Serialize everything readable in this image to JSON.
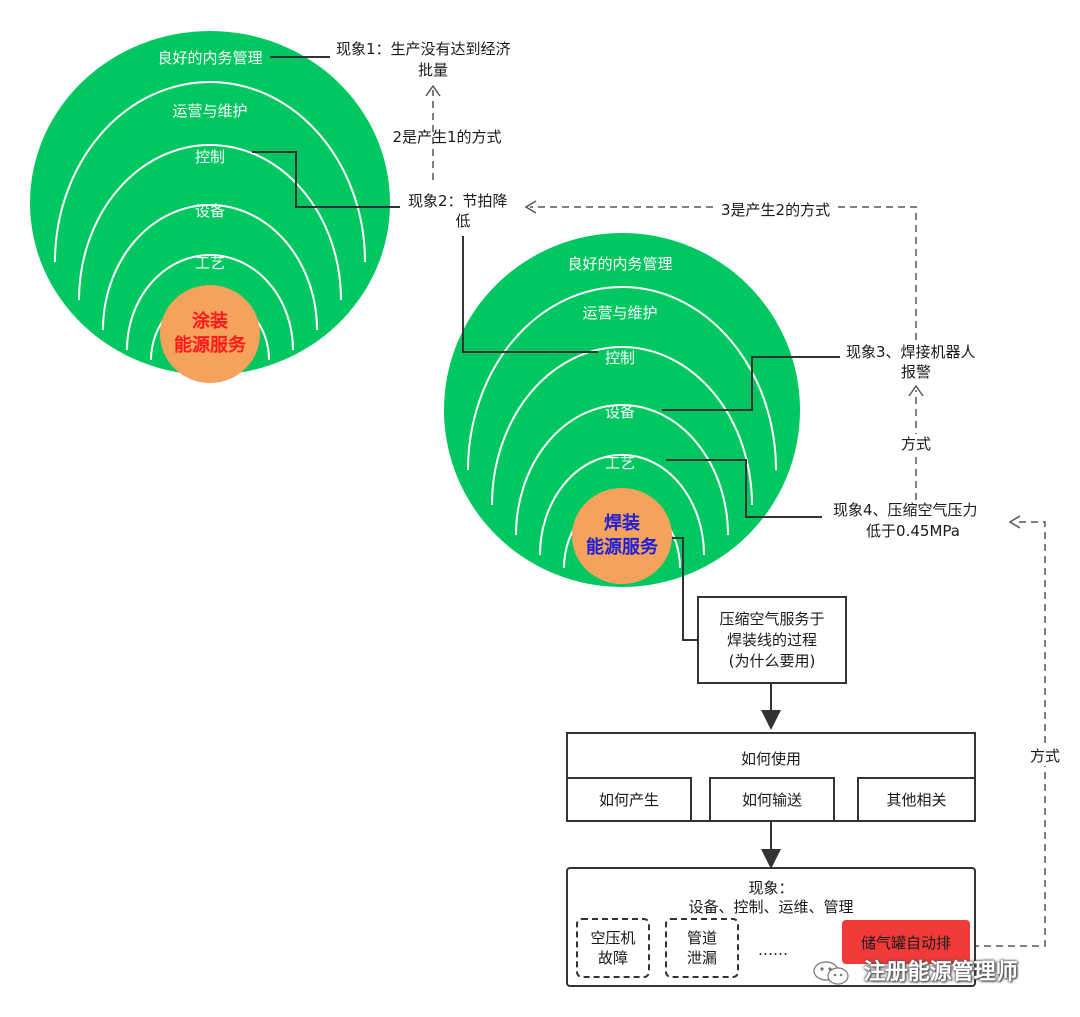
{
  "colors": {
    "green": "#00c75f",
    "ring_line": "#ffffff",
    "core": "#f5a25d",
    "red_text": "#ff1a1a",
    "blue_text": "#1f1fd6",
    "alert_box": "#f23a3a"
  },
  "left_circle": {
    "rings": [
      "良好的内务管理",
      "运营与维护",
      "控制",
      "设备",
      "工艺"
    ],
    "core_line1": "涂装",
    "core_line2": "能源服务"
  },
  "right_circle": {
    "rings": [
      "良好的内务管理",
      "运营与维护",
      "控制",
      "设备",
      "工艺"
    ],
    "core_line1": "焊装",
    "core_line2": "能源服务"
  },
  "labels": {
    "phen1_line1": "现象1：生产没有达到经济",
    "phen1_line2": "批量",
    "rel_2_1": "2是产生1的方式",
    "phen2_line1": "现象2：节拍降",
    "phen2_line2": "低",
    "rel_3_2": "3是产生2的方式",
    "phen3_line1": "现象3、焊接机器人",
    "phen3_line2": "报警",
    "rel_4_3": "方式",
    "phen4_line1": "现象4、压缩空气压力",
    "phen4_line2": "低于0.45MPa",
    "rel_side": "方式"
  },
  "process_box": {
    "line1": "压缩空气服务于",
    "line2": "焊装线的过程",
    "line3": "(为什么要用)"
  },
  "usage_box": {
    "title": "如何使用",
    "items": [
      "如何产生",
      "如何输送",
      "其他相关"
    ]
  },
  "phen_box": {
    "title_line1": "现象：",
    "title_line2": "设备、控制、运维、管理",
    "items": [
      {
        "line1": "空压机",
        "line2": "故障"
      },
      {
        "line1": "管道",
        "line2": "泄漏"
      }
    ],
    "ellipsis": "……",
    "alert": "储气罐自动排"
  },
  "watermark": "注册能源管理师"
}
